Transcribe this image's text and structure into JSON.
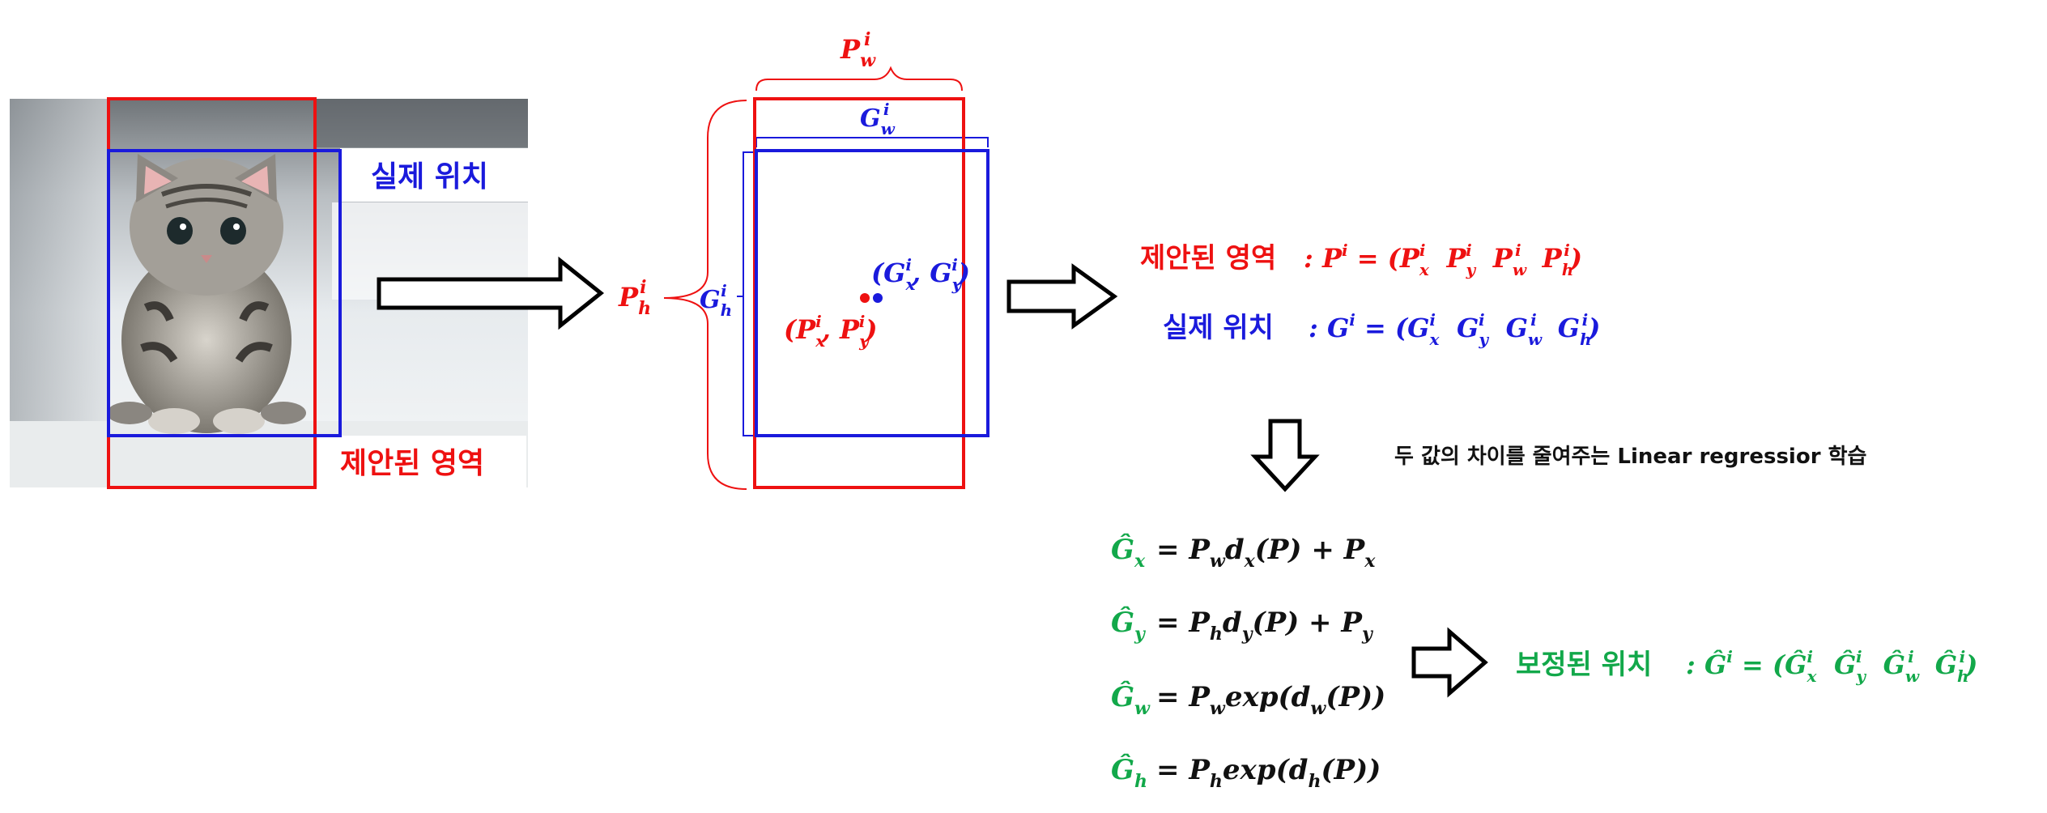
{
  "photo": {
    "label_actual": "실제 위치",
    "label_proposed": "제안된 영역"
  },
  "diagram": {
    "pw": "P",
    "pw_sub": "w",
    "pw_sup": "i",
    "gw": "G",
    "gw_sub": "w",
    "gw_sup": "i",
    "ph": "P",
    "ph_sub": "h",
    "ph_sup": "i",
    "gh": "G",
    "gh_sub": "h",
    "gh_sup": "i",
    "g_center": "(G",
    "p_center": "(P"
  },
  "definitions": {
    "proposed_label": "제안된 영역",
    "proposed_formula": ": P",
    "actual_label": "실제 위치",
    "actual_formula": ": G",
    "proposed_terms": [
      "P",
      "P",
      "P",
      "P"
    ],
    "actual_terms": [
      "G",
      "G",
      "G",
      "G"
    ],
    "term_subs": [
      "x",
      "y",
      "w",
      "h"
    ]
  },
  "regression_note": "두 값의 차이를 줄여주는 Linear regressior 학습",
  "equations": [
    {
      "lhs_sub": "x",
      "rhs": "P",
      "rhs_sub": "w",
      "body": "d",
      "body_sub": "x",
      "tail": "(P) + P",
      "tail_sub": "x"
    },
    {
      "lhs_sub": "y",
      "rhs": "P",
      "rhs_sub": "h",
      "body": "d",
      "body_sub": "y",
      "tail": "(P) + P",
      "tail_sub": "y"
    },
    {
      "lhs_sub": "w",
      "rhs": "P",
      "rhs_sub": "w",
      "body": "exp(d",
      "body_sub": "w",
      "tail": "(P))",
      "tail_sub": ""
    },
    {
      "lhs_sub": "h",
      "rhs": "P",
      "rhs_sub": "h",
      "body": "exp(d",
      "body_sub": "h",
      "tail": "(P))",
      "tail_sub": ""
    }
  ],
  "corrected": {
    "label": "보정된 위치",
    "formula": ": Ĝ"
  },
  "colors": {
    "proposed": "#ee1111",
    "actual": "#1a1adc",
    "corrected": "#12a84a"
  }
}
